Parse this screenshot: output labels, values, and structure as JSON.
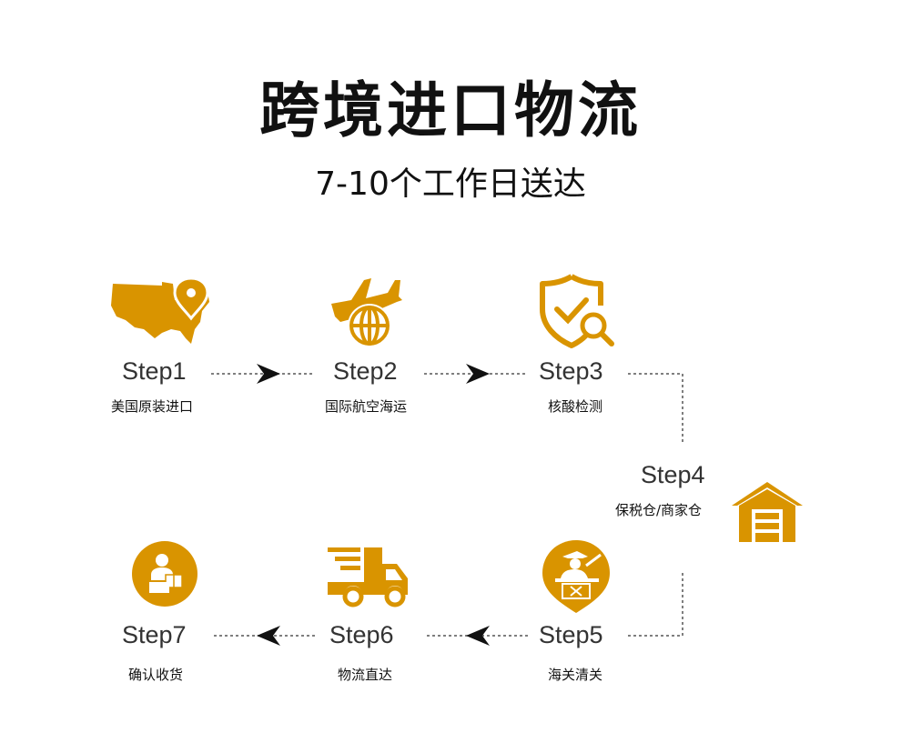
{
  "header": {
    "title": "跨境进口物流",
    "subtitle": "7-10个工作日送达"
  },
  "steps": [
    {
      "label": "Step1",
      "desc": "美国原装进口"
    },
    {
      "label": "Step2",
      "desc": "国际航空海运"
    },
    {
      "label": "Step3",
      "desc": "核酸检测"
    },
    {
      "label": "Step4",
      "desc": "保税仓/商家仓"
    },
    {
      "label": "Step5",
      "desc": "海关清关"
    },
    {
      "label": "Step6",
      "desc": "物流直达"
    },
    {
      "label": "Step7",
      "desc": "确认收货"
    }
  ],
  "icons": {
    "step1": "usa-map-pin-icon",
    "step2": "airplane-globe-icon",
    "step3": "shield-check-search-icon",
    "step4": "warehouse-icon",
    "step5": "customs-officer-icon",
    "step6": "delivery-truck-icon",
    "step7": "courier-package-icon"
  },
  "colors": {
    "accent": "#D99400",
    "text": "#111111",
    "connector": "#555555"
  }
}
